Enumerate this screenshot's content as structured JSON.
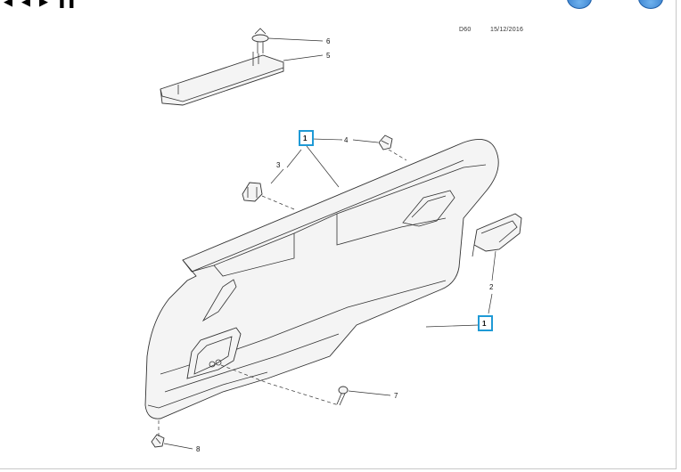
{
  "header": {
    "code": "D60",
    "date": "15/12/2016"
  },
  "toolbar": {
    "glyphs": [
      "◀",
      "◀",
      "▶",
      "❚❚"
    ],
    "right_buttons": [
      "zoom-in-button",
      "zoom-out-button"
    ]
  },
  "callouts": {
    "c1_top": "1",
    "c1_bottom": "1",
    "c2": "2",
    "c3": "3",
    "c4": "4",
    "c5": "5",
    "c6": "6",
    "c7": "7",
    "c8": "8"
  },
  "colors": {
    "hotspot": "#1f9ad6",
    "line": "#333333"
  }
}
